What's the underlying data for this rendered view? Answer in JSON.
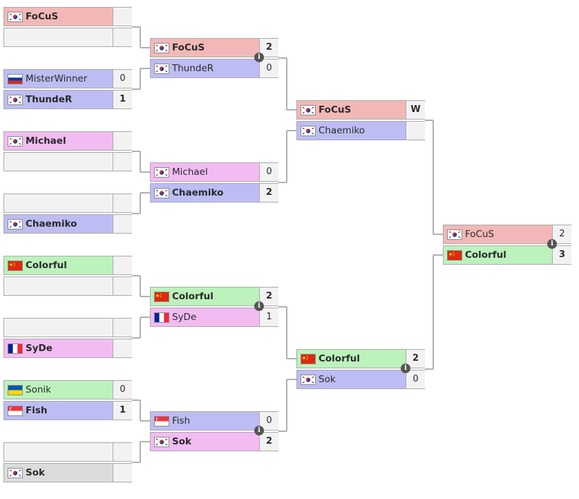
{
  "info_icon_glyph": "i",
  "round1": [
    {
      "top": {
        "name": "FoCuS",
        "flag": "kr",
        "color": "red",
        "score": "",
        "bold": true
      },
      "bottom": {
        "name": "",
        "flag": "",
        "color": "empty",
        "score": "",
        "bold": false
      }
    },
    {
      "top": {
        "name": "MisterWinner",
        "flag": "ru",
        "color": "blue",
        "score": "0",
        "bold": false
      },
      "bottom": {
        "name": "ThundeR",
        "flag": "kr",
        "color": "blue",
        "score": "1",
        "bold": true
      }
    },
    {
      "top": {
        "name": "Michael",
        "flag": "kr",
        "color": "pink",
        "score": "",
        "bold": true
      },
      "bottom": {
        "name": "",
        "flag": "",
        "color": "empty",
        "score": "",
        "bold": false
      }
    },
    {
      "top": {
        "name": "",
        "flag": "",
        "color": "empty",
        "score": "",
        "bold": false
      },
      "bottom": {
        "name": "Chaemiko",
        "flag": "kr",
        "color": "blue",
        "score": "",
        "bold": true
      }
    },
    {
      "top": {
        "name": "Colorful",
        "flag": "cn",
        "color": "green",
        "score": "",
        "bold": true
      },
      "bottom": {
        "name": "",
        "flag": "",
        "color": "empty",
        "score": "",
        "bold": false
      }
    },
    {
      "top": {
        "name": "",
        "flag": "",
        "color": "empty",
        "score": "",
        "bold": false
      },
      "bottom": {
        "name": "SyDe",
        "flag": "fr",
        "color": "pink",
        "score": "",
        "bold": true
      }
    },
    {
      "top": {
        "name": "Sonik",
        "flag": "ua",
        "color": "green",
        "score": "0",
        "bold": false
      },
      "bottom": {
        "name": "Fish",
        "flag": "sg",
        "color": "blue",
        "score": "1",
        "bold": true
      }
    },
    {
      "top": {
        "name": "",
        "flag": "",
        "color": "empty",
        "score": "",
        "bold": false
      },
      "bottom": {
        "name": "Sok",
        "flag": "kr",
        "color": "gray",
        "score": "",
        "bold": true
      }
    }
  ],
  "round2": [
    {
      "top": {
        "name": "FoCuS",
        "flag": "kr",
        "color": "red",
        "score": "2",
        "bold": true
      },
      "bottom": {
        "name": "ThundeR",
        "flag": "kr",
        "color": "blue",
        "score": "0",
        "bold": false
      },
      "info": true
    },
    {
      "top": {
        "name": "Michael",
        "flag": "kr",
        "color": "pink",
        "score": "0",
        "bold": false
      },
      "bottom": {
        "name": "Chaemiko",
        "flag": "kr",
        "color": "blue",
        "score": "2",
        "bold": true
      },
      "info": false
    },
    {
      "top": {
        "name": "Colorful",
        "flag": "cn",
        "color": "green",
        "score": "2",
        "bold": true
      },
      "bottom": {
        "name": "SyDe",
        "flag": "fr",
        "color": "pink",
        "score": "1",
        "bold": false
      },
      "info": true
    },
    {
      "top": {
        "name": "Fish",
        "flag": "sg",
        "color": "blue",
        "score": "0",
        "bold": false
      },
      "bottom": {
        "name": "Sok",
        "flag": "kr",
        "color": "pink",
        "score": "2",
        "bold": true
      },
      "info": true
    }
  ],
  "round3": [
    {
      "top": {
        "name": "FoCuS",
        "flag": "kr",
        "color": "red",
        "score": "W",
        "bold": true
      },
      "bottom": {
        "name": "Chaemiko",
        "flag": "kr",
        "color": "blue",
        "score": "",
        "bold": false
      },
      "info": false
    },
    {
      "top": {
        "name": "Colorful",
        "flag": "cn",
        "color": "green",
        "score": "2",
        "bold": true
      },
      "bottom": {
        "name": "Sok",
        "flag": "kr",
        "color": "blue",
        "score": "0",
        "bold": false
      },
      "info": true
    }
  ],
  "final": [
    {
      "top": {
        "name": "FoCuS",
        "flag": "kr",
        "color": "red",
        "score": "2",
        "bold": false
      },
      "bottom": {
        "name": "Colorful",
        "flag": "cn",
        "color": "green",
        "score": "3",
        "bold": true
      },
      "info": true
    }
  ]
}
